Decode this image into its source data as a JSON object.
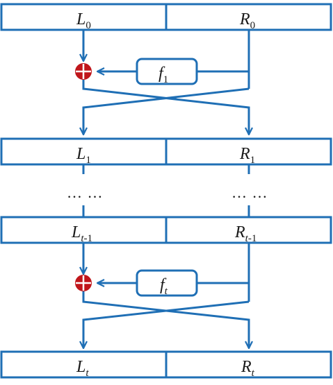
{
  "title": "",
  "colors": {
    "line": "#1f6fb5",
    "xor": "#c0161b",
    "background": "#ffffff",
    "text": "#1a1a1a"
  },
  "rows": [
    {
      "left": {
        "base": "L",
        "sub": "0"
      },
      "right": {
        "base": "R",
        "sub": "0"
      }
    },
    {
      "left": {
        "base": "L",
        "sub": "1"
      },
      "right": {
        "base": "R",
        "sub": "1"
      }
    },
    {
      "left": {
        "base": "L",
        "sub_var": "t",
        "sub_rest": "-1"
      },
      "right": {
        "base": "R",
        "sub_var": "t",
        "sub_rest": "-1"
      }
    },
    {
      "left": {
        "base": "L",
        "sub_var": "t",
        "sub_rest": ""
      },
      "right": {
        "base": "R",
        "sub_var": "t",
        "sub_rest": ""
      }
    }
  ],
  "functions": [
    {
      "base": "f",
      "sub": "1"
    },
    {
      "base": "f",
      "sub": "t",
      "sub_italic": true
    }
  ],
  "ellipsis": {
    "left": "… …",
    "right": "… …"
  },
  "xor_icon": "xor-circle-plus-icon"
}
